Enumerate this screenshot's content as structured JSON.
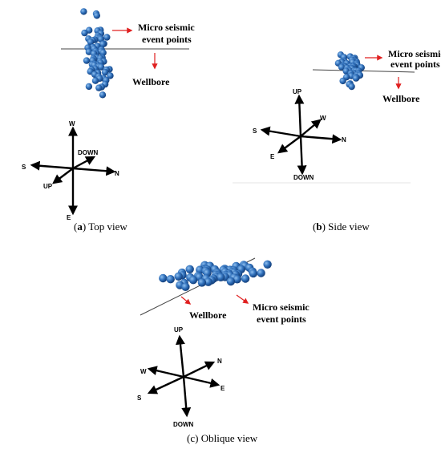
{
  "colors": {
    "sphere": "#2f6fba",
    "sphere_dark": "#14407c",
    "pointer": "#e02020",
    "wellbore": "#444444",
    "axis": "#000000"
  },
  "panels": [
    {
      "id": "a",
      "caption": {
        "letter": "a",
        "text": "Top view"
      },
      "annotations": {
        "points": "Micro seismic event points",
        "points_line1": "Micro seismic",
        "points_line2": "event points",
        "wellbore": "Wellbore"
      },
      "compass": {
        "top": "W",
        "bottom": "E",
        "left": "S",
        "right": "N",
        "upper_right": "DOWN",
        "lower_left": "UP"
      }
    },
    {
      "id": "b",
      "caption": {
        "letter": "b",
        "text": "Side view"
      },
      "annotations": {
        "points_line1": "Micro seismic",
        "points_line2": "event points",
        "wellbore": "Wellbore"
      },
      "compass": {
        "top": "UP",
        "bottom": "DOWN",
        "left": "S",
        "right": "N",
        "upper_right": "W",
        "lower_left": "E"
      }
    },
    {
      "id": "c",
      "caption": {
        "letter": "c",
        "text": "Oblique view"
      },
      "annotations": {
        "points_line1": "Micro seismic",
        "points_line2": "event points",
        "wellbore": "Wellbore"
      },
      "compass": {
        "top": "UP",
        "bottom": "DOWN",
        "upper_left": "W",
        "upper_right": "N",
        "lower_left": "S",
        "lower_right": "E"
      }
    }
  ]
}
